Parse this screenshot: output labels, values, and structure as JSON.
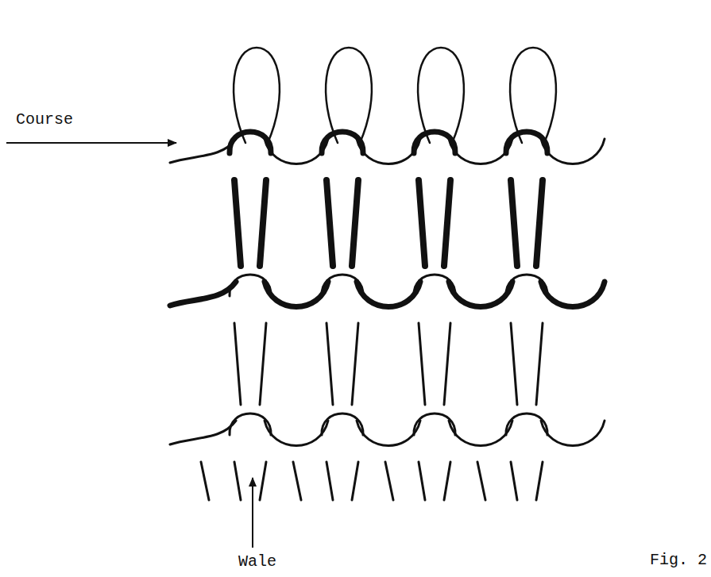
{
  "diagram": {
    "labels": [
      "Course",
      "Wale",
      "Fig. 2"
    ]
  }
}
